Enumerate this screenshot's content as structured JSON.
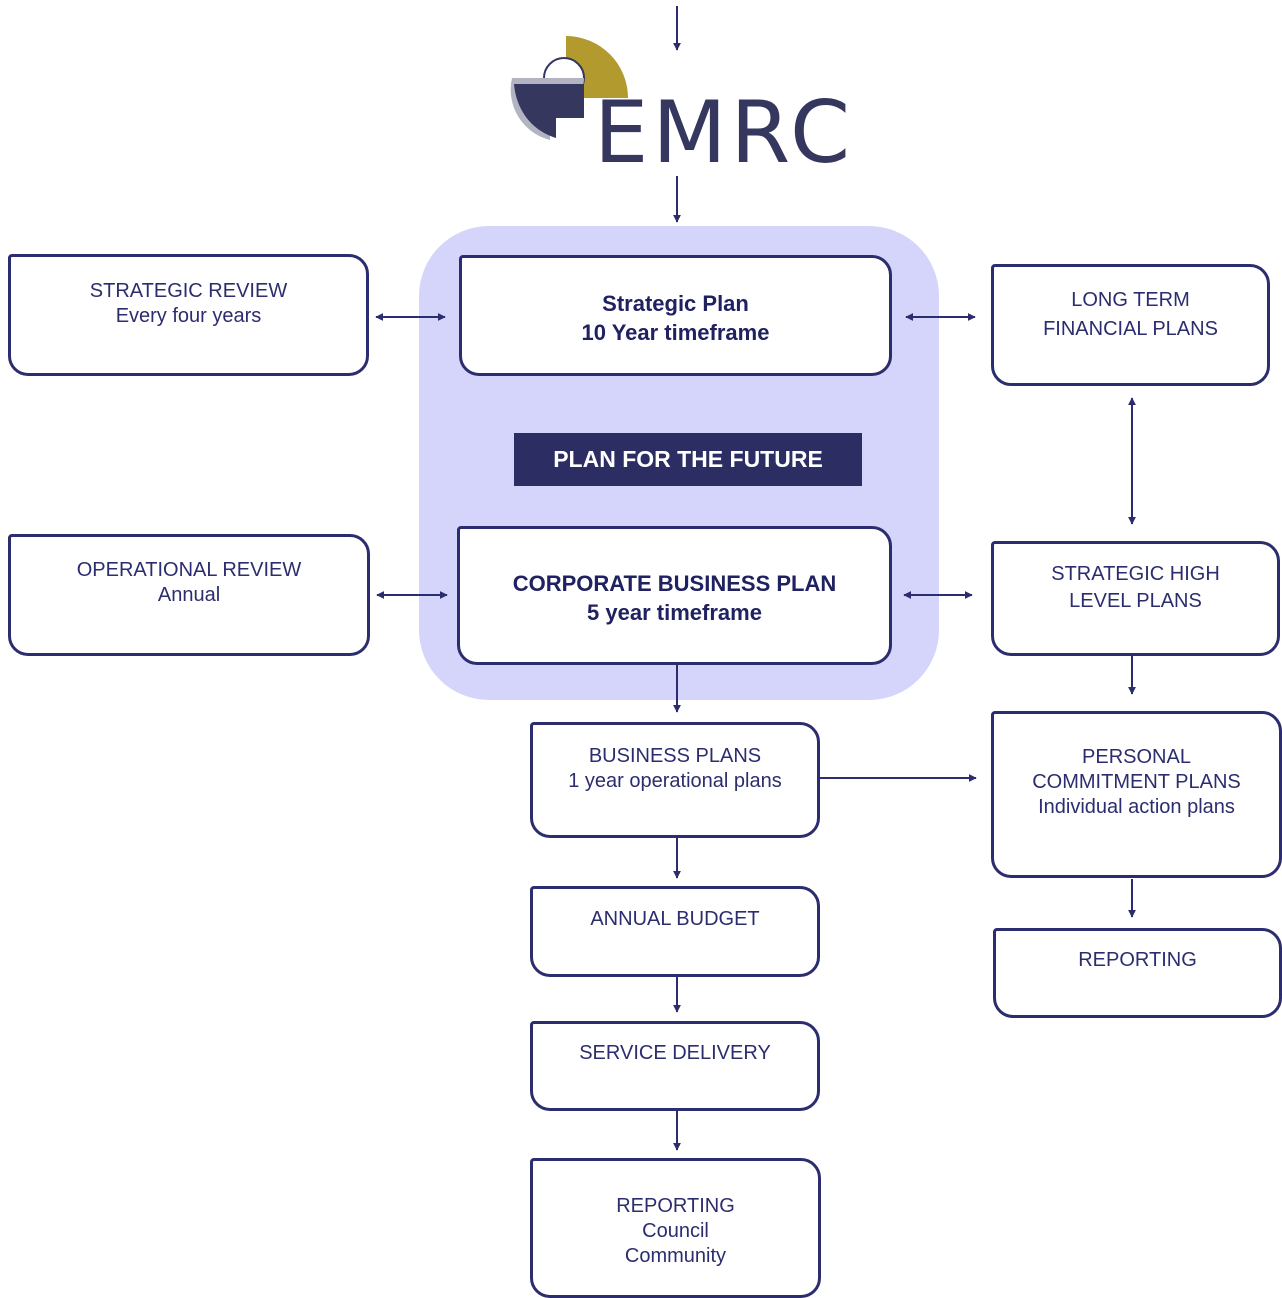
{
  "logo": {
    "text": "EMRC"
  },
  "center": {
    "strategic_plan": {
      "line1": "Strategic Plan",
      "line2": "10 Year timeframe"
    },
    "banner": "PLAN FOR THE FUTURE",
    "corporate_plan": {
      "line1": "CORPORATE BUSINESS PLAN",
      "line2": "5 year timeframe"
    }
  },
  "left": {
    "strategic_review": {
      "line1": "STRATEGIC REVIEW",
      "line2": "Every four years"
    },
    "operational_review": {
      "line1": "OPERATIONAL REVIEW",
      "line2": "Annual"
    }
  },
  "right": {
    "long_term_financial": {
      "line1": "LONG TERM",
      "line2": "FINANCIAL PLANS"
    },
    "strategic_high_level": {
      "line1": "STRATEGIC HIGH",
      "line2": "LEVEL PLANS"
    },
    "personal_commitment": {
      "line1": "PERSONAL",
      "line2": "COMMITMENT PLANS",
      "line3": "Individual action plans"
    },
    "reporting": {
      "line1": "REPORTING"
    }
  },
  "chain": {
    "business_plans": {
      "line1": "BUSINESS PLANS",
      "line2": "1 year operational plans"
    },
    "annual_budget": {
      "line1": "ANNUAL BUDGET"
    },
    "service_delivery": {
      "line1": "SERVICE DELIVERY"
    },
    "reporting": {
      "line1": "REPORTING",
      "line2": "Council",
      "line3": "Community"
    }
  },
  "colors": {
    "navy": "#2b2d6e",
    "lavender": "#d5d5fb",
    "gold": "#b39a2e",
    "banner": "#2c2e63"
  }
}
